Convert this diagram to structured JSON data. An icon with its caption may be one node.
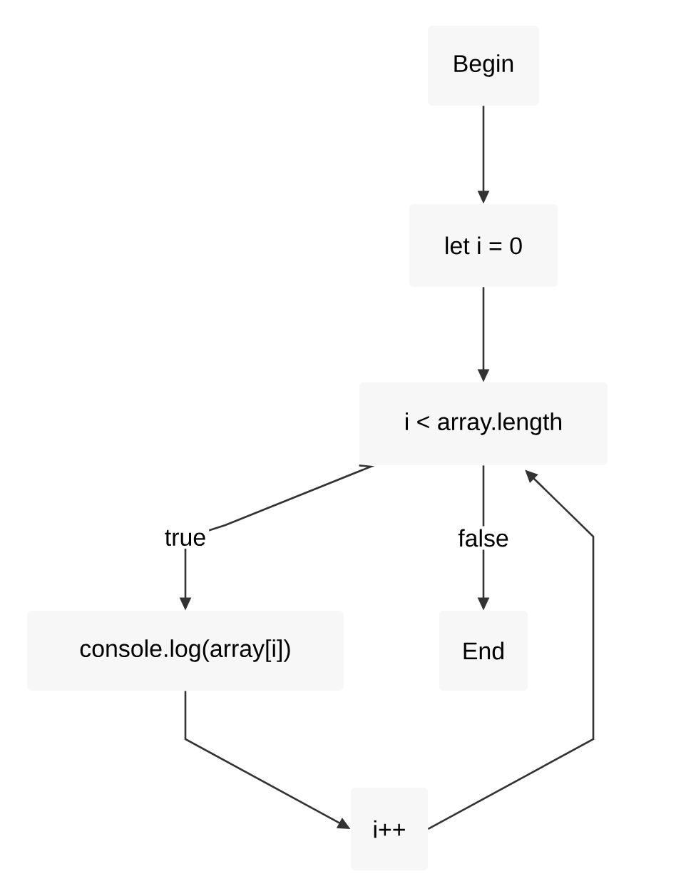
{
  "diagram": {
    "nodes": [
      {
        "text": [
          "Begin"
        ]
      },
      {
        "text": [
          "let i = 0"
        ]
      },
      {
        "text": [
          "i < array.length"
        ]
      },
      {
        "text": [
          "console.log(array[i])"
        ]
      },
      {
        "text": [
          "End"
        ]
      },
      {
        "text": [
          "i++"
        ]
      }
    ],
    "edges": [
      {
        "from": 0,
        "to": 1,
        "arrow": "to"
      },
      {
        "from": 1,
        "to": 2,
        "arrow": "to"
      },
      {
        "from": 2,
        "to": 3,
        "arrow": "to",
        "label": "true"
      },
      {
        "from": 2,
        "to": 4,
        "arrow": "to",
        "label": "false"
      },
      {
        "from": 3,
        "to": 5,
        "arrow": "to"
      },
      {
        "from": 5,
        "to": 2,
        "arrow": "to"
      }
    ]
  }
}
